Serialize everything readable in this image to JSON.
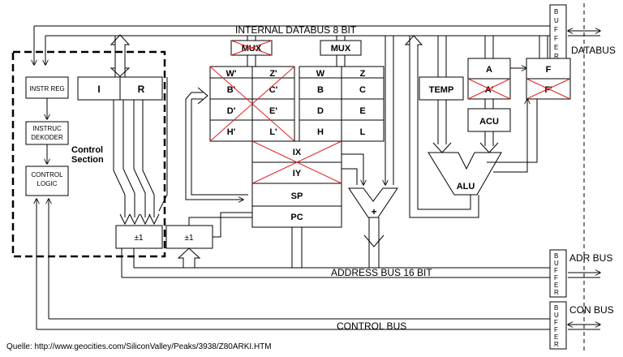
{
  "buses": {
    "internal": "INTERNAL DATABUS 8 BIT",
    "address": "ADDRESS BUS 16 BIT",
    "control": "CONTROL BUS",
    "databus": "DATABUS",
    "adr_bus": "ADR BUS",
    "con_bus": "CON BUS"
  },
  "buffer_letters": [
    "B",
    "U",
    "F",
    "F",
    "E",
    "R"
  ],
  "control_section": {
    "title_line1": "Control",
    "title_line2": "Section",
    "instr_reg": "INSTR REG",
    "decoder_line1": "INSTRUC",
    "decoder_line2": "DEKODER",
    "logic_line1": "CONTROL",
    "logic_line2": "LOGIC"
  },
  "ir": {
    "i": "I",
    "r": "R"
  },
  "incrementer": "±1",
  "mux": "MUX",
  "reg_alt": [
    [
      "W'",
      "Z'"
    ],
    [
      "B'",
      "C'"
    ],
    [
      "D'",
      "E'"
    ],
    [
      "H'",
      "L'"
    ]
  ],
  "reg_main": [
    [
      "W",
      "Z"
    ],
    [
      "B",
      "C"
    ],
    [
      "D",
      "E"
    ],
    [
      "H",
      "L"
    ]
  ],
  "index": [
    "IX",
    "IY",
    "SP",
    "PC"
  ],
  "adder": "+",
  "alu": {
    "temp": "TEMP",
    "a": "A",
    "a_alt": "A'",
    "f": "F",
    "f_alt": "F'",
    "acu": "ACU",
    "alu": "ALU"
  },
  "source": "Quelle: http://www.geocities.com/SiliconValley/Peaks/3938/Z80ARKI.HTM"
}
